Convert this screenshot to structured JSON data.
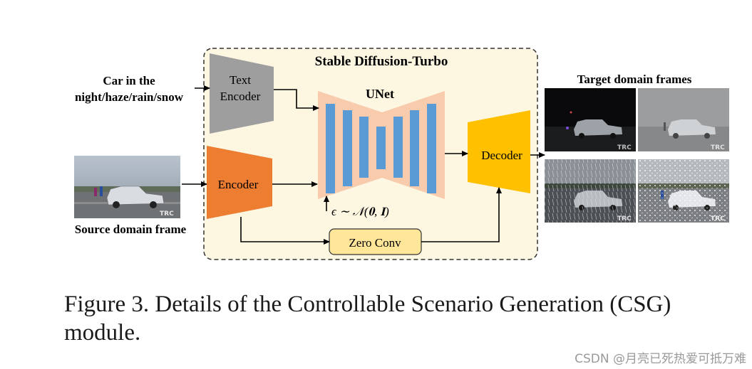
{
  "diagram": {
    "title": "Stable Diffusion-Turbo",
    "prompt_line1": "Car in the",
    "prompt_line2": "night/haze/rain/snow",
    "text_encoder_line1": "Text",
    "text_encoder_line2": "Encoder",
    "encoder": "Encoder",
    "unet": "UNet",
    "noise_label": "ϵ ∼ 𝒩(𝟎, 𝐈)",
    "decoder": "Decoder",
    "zero_conv": "Zero Conv",
    "source_label": "Source domain frame",
    "target_label": "Target domain frames",
    "frame_logo": "TRC",
    "colors": {
      "panel_fill": "#fdf6e1",
      "text_encoder": "#9e9e9e",
      "encoder": "#ed7d31",
      "unet_bg": "#f8cbad",
      "unet_bars": "#5b9bd5",
      "decoder": "#ffc000",
      "zero_conv": "#ffe699"
    }
  },
  "caption": {
    "line1": "Figure 3. Details of the Controllable Scenario Generation (CSG)",
    "line2": "module."
  },
  "watermark": "CSDN @月亮已死热爱可抵万难"
}
